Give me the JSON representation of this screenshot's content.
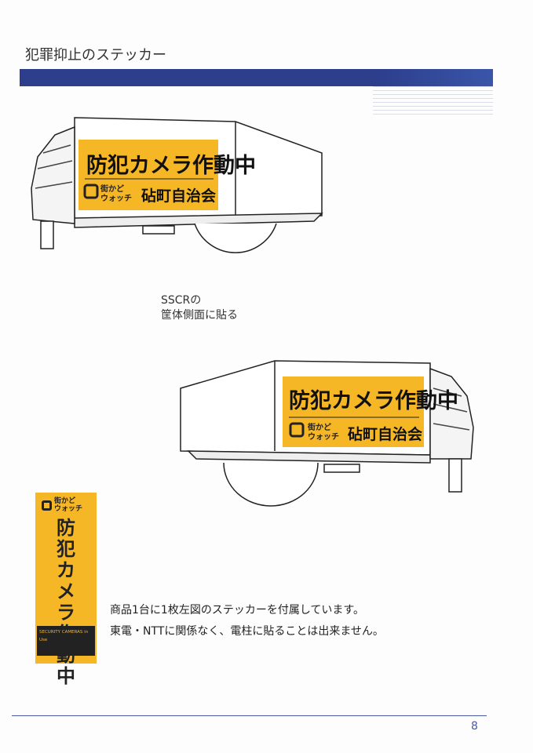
{
  "page_title": "犯罪抑止のステッカー",
  "sticker": {
    "main_text": "防犯カメラ作動中",
    "logo_line1": "街かど",
    "logo_line2": "ウォッチ",
    "org": "砧町自治会",
    "band_text": "SECURITY CAMERAS in Use"
  },
  "caption": {
    "line1": "SSCRの",
    "line2": "筐体側面に貼る"
  },
  "description": {
    "line1": "商品1台に1枚左図のステッカーを付属しています。",
    "line2": "東電・NTTに関係なく、電柱に貼ることは出来ません。"
  },
  "page_number": "8",
  "colors": {
    "sticker": "#f6b727",
    "bar": "#2c3e8c"
  }
}
